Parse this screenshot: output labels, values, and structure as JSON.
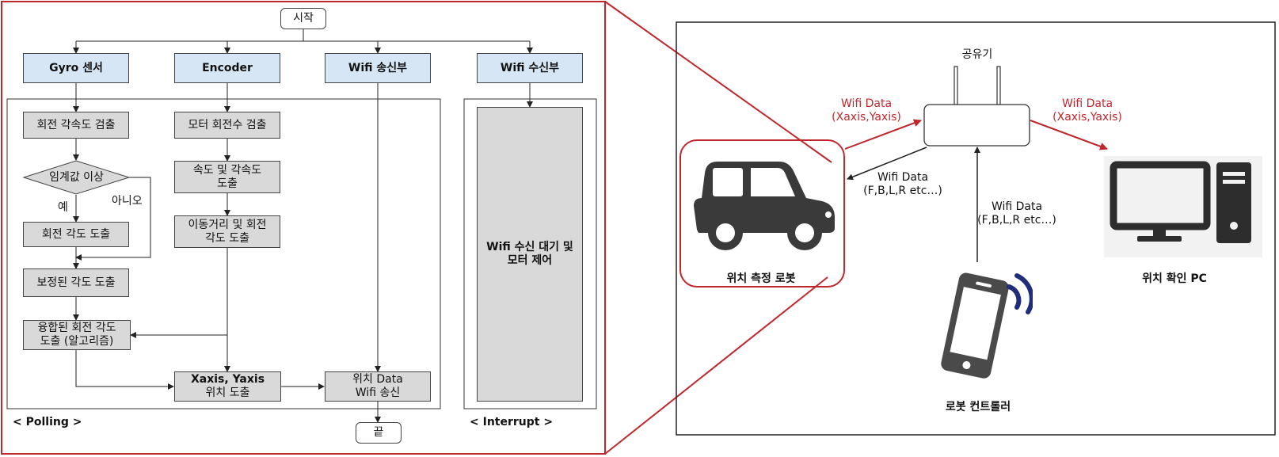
{
  "flow": {
    "start": "시작",
    "end": "끝",
    "gyro": "Gyro 센서",
    "encoder": "Encoder",
    "wifi_tx": "Wifi 송신부",
    "wifi_rx": "Wifi 수신부",
    "angvel": "회전 각속도 검출",
    "motor_rev": "모터 회전수 검출",
    "speed_l1": "속도 및 각속도",
    "speed_l2": "도출",
    "threshold": "임계값 이상",
    "yes": "예",
    "no": "아니오",
    "rot_angle": "회전 각도 도출",
    "dist_l1": "이동거리 및 회전",
    "dist_l2": "각도 도출",
    "corrected": "보정된 각도 도출",
    "fused_l1": "융합된 회전 각도",
    "fused_l2": "도출 (알고리즘)",
    "xy_l1": "Xaxis, Yaxis",
    "xy_l2": "위치 도출",
    "pos_l1": "위치 Data",
    "pos_l2": "Wifi 송신",
    "wait_l1": "Wifi 수신 대기 및",
    "wait_l2": "모터 제어",
    "polling": "< Polling >",
    "interrupt": "< Interrupt >"
  },
  "system": {
    "router": "공유기",
    "robot": "위치 측정 로봇",
    "pc": "위치 확인 PC",
    "controller": "로봇 컨트롤러",
    "data_left_l1": "Wifi Data",
    "data_left_l2": "(Xaxis,Yaxis)",
    "data_right_l1": "Wifi Data",
    "data_right_l2": "(Xaxis,Yaxis)",
    "cmd_robot_l1": "Wifi Data",
    "cmd_robot_l2": "(F,B,L,R etc…)",
    "cmd_ctrl_l1": "Wifi Data",
    "cmd_ctrl_l2": "(F,B,L,R etc…)"
  },
  "colors": {
    "process_blue": "#d6e6f4",
    "process_gray": "#d9d9d9",
    "highlight_red": "#c0272d"
  },
  "icons": [
    "car-icon",
    "router-icon",
    "desktop-pc-icon",
    "smartphone-icon"
  ]
}
